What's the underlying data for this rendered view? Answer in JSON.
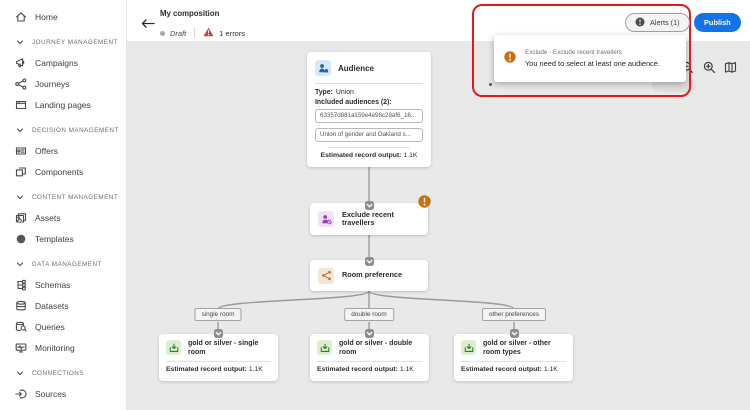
{
  "sidebar": {
    "items": [
      {
        "type": "item",
        "label": "Home",
        "icon": "home-icon"
      },
      {
        "type": "section",
        "label": "JOURNEY MANAGEMENT"
      },
      {
        "type": "item",
        "label": "Campaigns",
        "icon": "campaigns-icon"
      },
      {
        "type": "item",
        "label": "Journeys",
        "icon": "journeys-icon"
      },
      {
        "type": "item",
        "label": "Landing pages",
        "icon": "landing-pages-icon"
      },
      {
        "type": "section",
        "label": "DECISION MANAGEMENT"
      },
      {
        "type": "item",
        "label": "Offers",
        "icon": "offers-icon"
      },
      {
        "type": "item",
        "label": "Components",
        "icon": "components-icon"
      },
      {
        "type": "section",
        "label": "CONTENT MANAGEMENT"
      },
      {
        "type": "item",
        "label": "Assets",
        "icon": "assets-icon"
      },
      {
        "type": "item",
        "label": "Templates",
        "icon": "templates-icon"
      },
      {
        "type": "section",
        "label": "DATA MANAGEMENT"
      },
      {
        "type": "item",
        "label": "Schemas",
        "icon": "schemas-icon"
      },
      {
        "type": "item",
        "label": "Datasets",
        "icon": "datasets-icon"
      },
      {
        "type": "item",
        "label": "Queries",
        "icon": "queries-icon"
      },
      {
        "type": "item",
        "label": "Monitoring",
        "icon": "monitoring-icon"
      },
      {
        "type": "section",
        "label": "CONNECTIONS"
      },
      {
        "type": "item",
        "label": "Sources",
        "icon": "sources-icon"
      }
    ]
  },
  "header": {
    "title": "My composition",
    "status": "Draft",
    "error_count": "1 errors",
    "alerts_label": "Alerts (1)",
    "publish_label": "Publish"
  },
  "alert_popup": {
    "icon": "warning-circle-icon",
    "title": "Exclude - Exclude recent travellers",
    "message": "You need to select at least one audience."
  },
  "canvas": {
    "audience_node": {
      "icon": "audience-people-icon",
      "title": "Audience",
      "type_label": "Type:",
      "type_value": "Union",
      "included_label": "Included audiences (2):",
      "chips": [
        "63357d881a159e4e98c28af6_16...",
        "Union of gender and Oakland s..."
      ],
      "output_label": "Estimated record output:",
      "output_value": "1.1K"
    },
    "exclude_node": {
      "icon": "exclude-person-icon",
      "title": "Exclude recent travellers",
      "badge": "warning"
    },
    "split_node": {
      "icon": "split-branch-icon",
      "title": "Room preference"
    },
    "branches": [
      {
        "label": "single room",
        "title": "gold or silver - single room",
        "output_label": "Estimated record output:",
        "output_value": "1.1K"
      },
      {
        "label": "double room",
        "title": "gold or silver - double room",
        "output_label": "Estimated record output:",
        "output_value": "1.1K"
      },
      {
        "label": "other preferences",
        "title": "gold or silver - other room types",
        "output_label": "Estimated record output:",
        "output_value": "1.1K"
      }
    ]
  },
  "colors": {
    "accent_blue": "#1473e6",
    "error_red": "#d7373f",
    "warning_orange": "#cb6f10",
    "annotation_red": "#e2191f",
    "canvas_gray": "#e9e9e9"
  }
}
